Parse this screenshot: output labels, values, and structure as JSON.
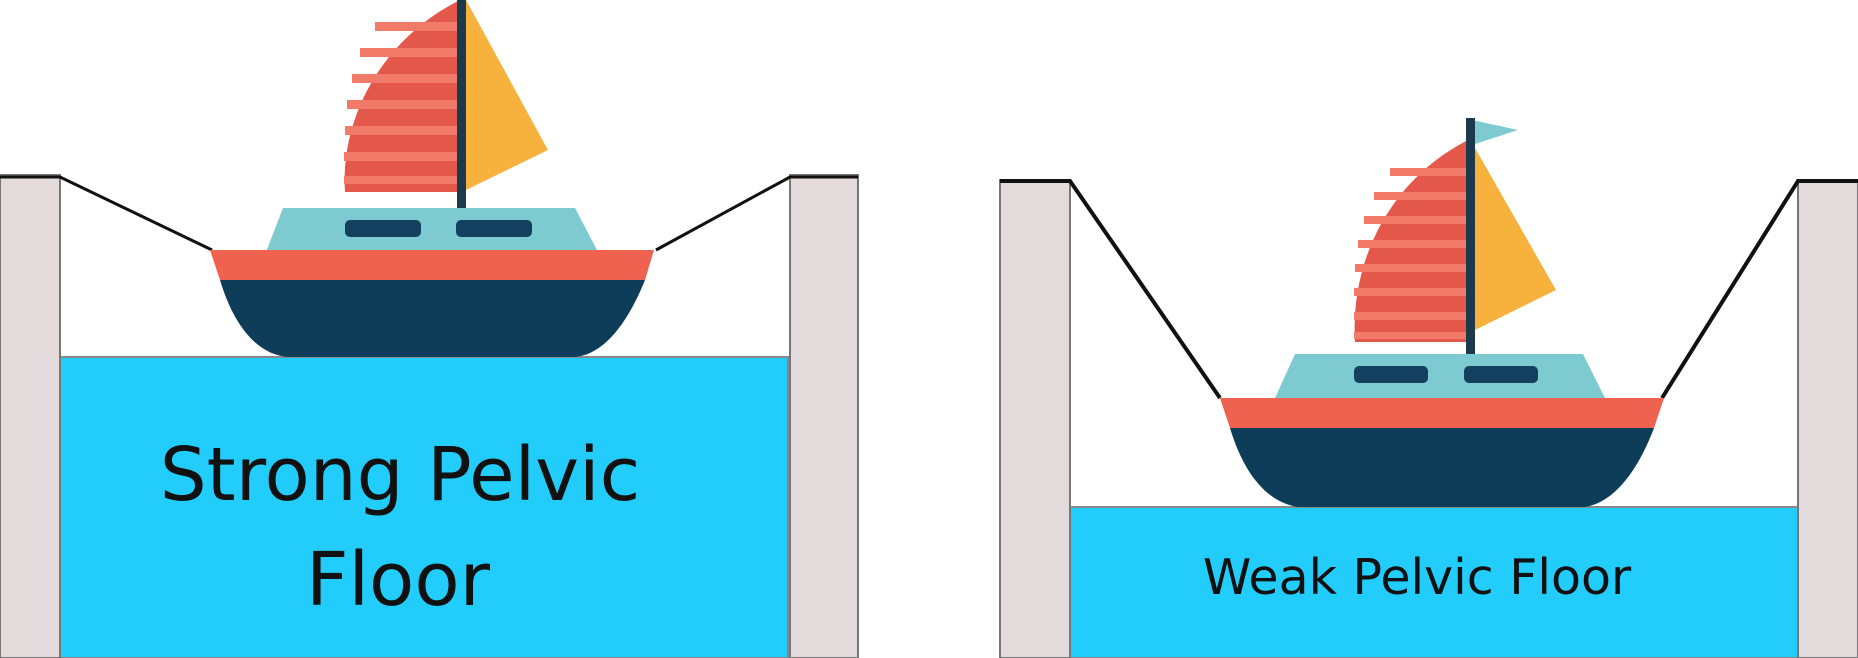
{
  "panels": [
    {
      "id": "strong",
      "label_lines": [
        "Strong Pelvic",
        "Floor"
      ]
    },
    {
      "id": "weak",
      "label_lines": [
        "Weak Pelvic Floor"
      ]
    }
  ],
  "colors": {
    "wall": "#e3dbdb",
    "wall_edge": "#777777",
    "water": "#22cdfc",
    "water_edge": "#888888",
    "sling": "#111111",
    "hull": "#0d3d59",
    "hull_stripe": "#ef6250",
    "cabin": "#7dcbd0",
    "window": "#12405e",
    "sail_main": "#e4574b",
    "sail_stripe": "#f27a68",
    "sail_jib": "#f7b23d",
    "mast": "#1d3a4d",
    "flag": "#7dcbd0"
  },
  "icons": [
    "sailboat-icon"
  ]
}
